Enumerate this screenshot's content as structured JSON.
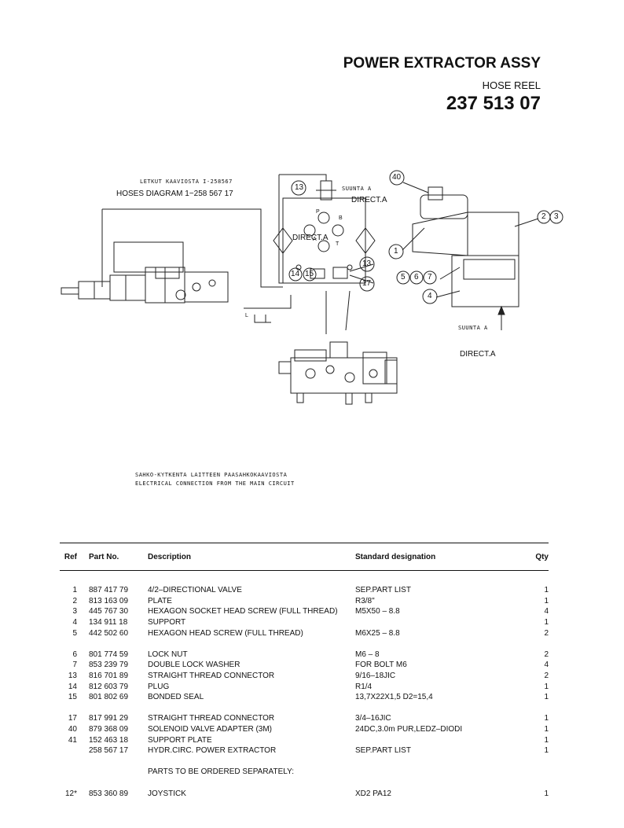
{
  "header": {
    "title": "POWER EXTRACTOR ASSY",
    "subtitle": "HOSE REEL",
    "part_number": "237 513 07"
  },
  "drawing": {
    "letkut": "LETKUT KAAVIOSTA I-258567",
    "hoses": "HOSES DIAGRAM 1−258 567 17",
    "suunta_top": "SUUNTA   A",
    "direct_top": "DIRECT.A",
    "direct_mid": "DIRECT.A",
    "suunta_right": "SUUNTA   A",
    "direct_right": "DIRECT.A",
    "port_p": "P",
    "port_b": "B",
    "port_a": "A",
    "port_t": "T",
    "port_l": "L",
    "sahko": "SAHKO-KYTKENTA LAITTEEN PAASAHKOKAAVIOSTA",
    "electrical": "ELECTRICAL CONNECTION FROM THE MAIN CIRCUIT",
    "callouts": {
      "c13a": "13",
      "c40": "40",
      "c2": "2",
      "c3": "3",
      "c1": "1",
      "c13b": "13",
      "c14": "14",
      "c15": "15",
      "c17": "17",
      "c5": "5",
      "c6": "6",
      "c7": "7",
      "c4": "4"
    }
  },
  "table": {
    "headers": {
      "ref": "Ref",
      "part": "Part No.",
      "desc": "Description",
      "std": "Standard designation",
      "qty": "Qty"
    },
    "groups": [
      [
        {
          "ref": "1",
          "part": "887 417 79",
          "desc": "4/2–DIRECTIONAL VALVE",
          "std": "SEP.PART LIST",
          "qty": "1"
        },
        {
          "ref": "2",
          "part": "813 163 09",
          "desc": "PLATE",
          "std": "R3/8\"",
          "qty": "1"
        },
        {
          "ref": "3",
          "part": "445 767 30",
          "desc": "HEXAGON SOCKET HEAD SCREW (FULL THREAD)",
          "std": "M5X50 – 8.8",
          "qty": "4"
        },
        {
          "ref": "4",
          "part": "134 911 18",
          "desc": "SUPPORT",
          "std": "",
          "qty": "1"
        },
        {
          "ref": "5",
          "part": "442 502 60",
          "desc": "HEXAGON HEAD SCREW (FULL THREAD)",
          "std": "M6X25 – 8.8",
          "qty": "2"
        }
      ],
      [
        {
          "ref": "6",
          "part": "801 774 59",
          "desc": "LOCK NUT",
          "std": "M6 – 8",
          "qty": "2"
        },
        {
          "ref": "7",
          "part": "853 239 79",
          "desc": "DOUBLE LOCK WASHER",
          "std": "FOR BOLT M6",
          "qty": "4"
        },
        {
          "ref": "13",
          "part": "816 701 89",
          "desc": "STRAIGHT THREAD CONNECTOR",
          "std": "9/16–18JIC",
          "qty": "2"
        },
        {
          "ref": "14",
          "part": "812 603 79",
          "desc": "PLUG",
          "std": "R1/4",
          "qty": "1"
        },
        {
          "ref": "15",
          "part": "801 802 69",
          "desc": "BONDED SEAL",
          "std": "13,7X22X1,5 D2=15,4",
          "qty": "1"
        }
      ],
      [
        {
          "ref": "17",
          "part": "817 991 29",
          "desc": "STRAIGHT THREAD CONNECTOR",
          "std": "3/4–16JIC",
          "qty": "1"
        },
        {
          "ref": "40",
          "part": "879 368 09",
          "desc": "SOLENOID VALVE ADAPTER (3M)",
          "std": "24DC,3.0m PUR,LEDZ–DIODI",
          "qty": "1"
        },
        {
          "ref": "41",
          "part": "152 463 18",
          "desc": "SUPPORT PLATE",
          "std": "",
          "qty": "1"
        },
        {
          "ref": "",
          "part": "258 567 17",
          "desc": "HYDR.CIRC. POWER EXTRACTOR",
          "std": "SEP.PART LIST",
          "qty": "1"
        }
      ]
    ],
    "note": "PARTS TO BE ORDERED SEPARATELY:",
    "extra": {
      "ref": "12*",
      "part": "853 360 89",
      "desc": "JOYSTICK",
      "std": "XD2 PA12",
      "qty": "1"
    }
  }
}
